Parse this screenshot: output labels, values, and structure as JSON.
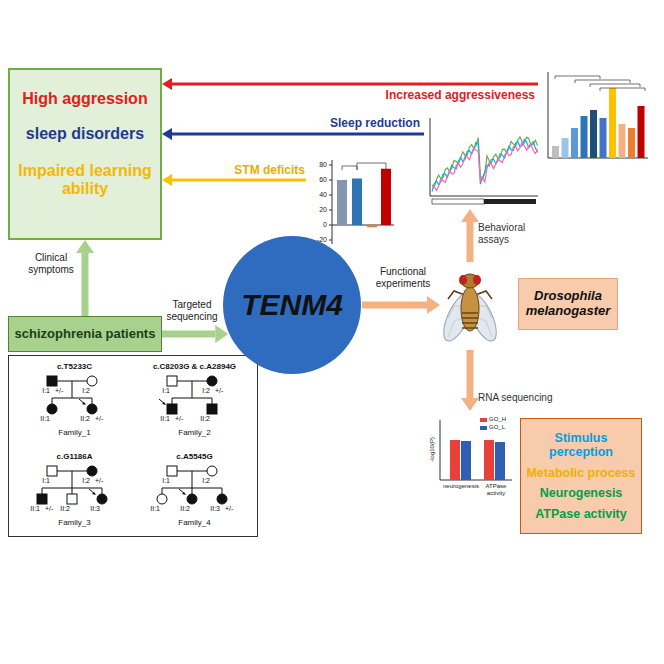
{
  "diagram": {
    "nodes": [
      {
        "text": [
          "High aggression",
          "sleep disorders",
          "Impaired learning ability"
        ]
      },
      {
        "text": [
          "schizophrenia patients"
        ]
      },
      {
        "text": [
          "c.T5233C",
          "Family_1",
          "c.C8203G & c.A2894G",
          "Family_2",
          "c.G1186A",
          "Family_3",
          "c.A5545G",
          "Family_4"
        ]
      },
      {
        "text": [
          "TENM4"
        ]
      },
      {
        "text": [
          "Drosophila melanogaster"
        ]
      },
      {
        "text": [
          "Stimulus perception",
          "Metabolic process",
          "Neurogenesis",
          "ATPase activity"
        ]
      }
    ],
    "edges": [
      {
        "from": 1,
        "to": 0,
        "arrow": "to",
        "label": "Clinical symptoms"
      },
      {
        "from": 1,
        "to": 3,
        "arrow": "to",
        "label": "Targeted sequencing"
      },
      {
        "from": 3,
        "to": 4,
        "arrow": "to",
        "label": "Functional experiments"
      }
    ],
    "labels": [
      "Increased aggressiveness",
      "Sleep reduction",
      "STM deficits",
      "Behavioral assays",
      "RNA sequencing",
      "80",
      "60",
      "40",
      "20",
      "0",
      "-20",
      "-log10(P)",
      "neurogenesis",
      "ATPase activity",
      "I:1",
      "+/-",
      "I:2",
      "II:1",
      "II:2",
      "+/-",
      "I:1",
      "I:2",
      "+/-",
      "II:1",
      "+/-",
      "II:2",
      "I:1",
      "I:2",
      "+/-",
      "II:1",
      "+/-",
      "II:2",
      "II:3",
      "I:1",
      "I:2",
      "II:1",
      "II:2",
      "II:3",
      "+/-"
    ],
    "legend": [
      {
        "text": "GO_H",
        "color": "#e8413a"
      },
      {
        "text": "GO_L",
        "color": "#2f5fb3"
      }
    ]
  }
}
